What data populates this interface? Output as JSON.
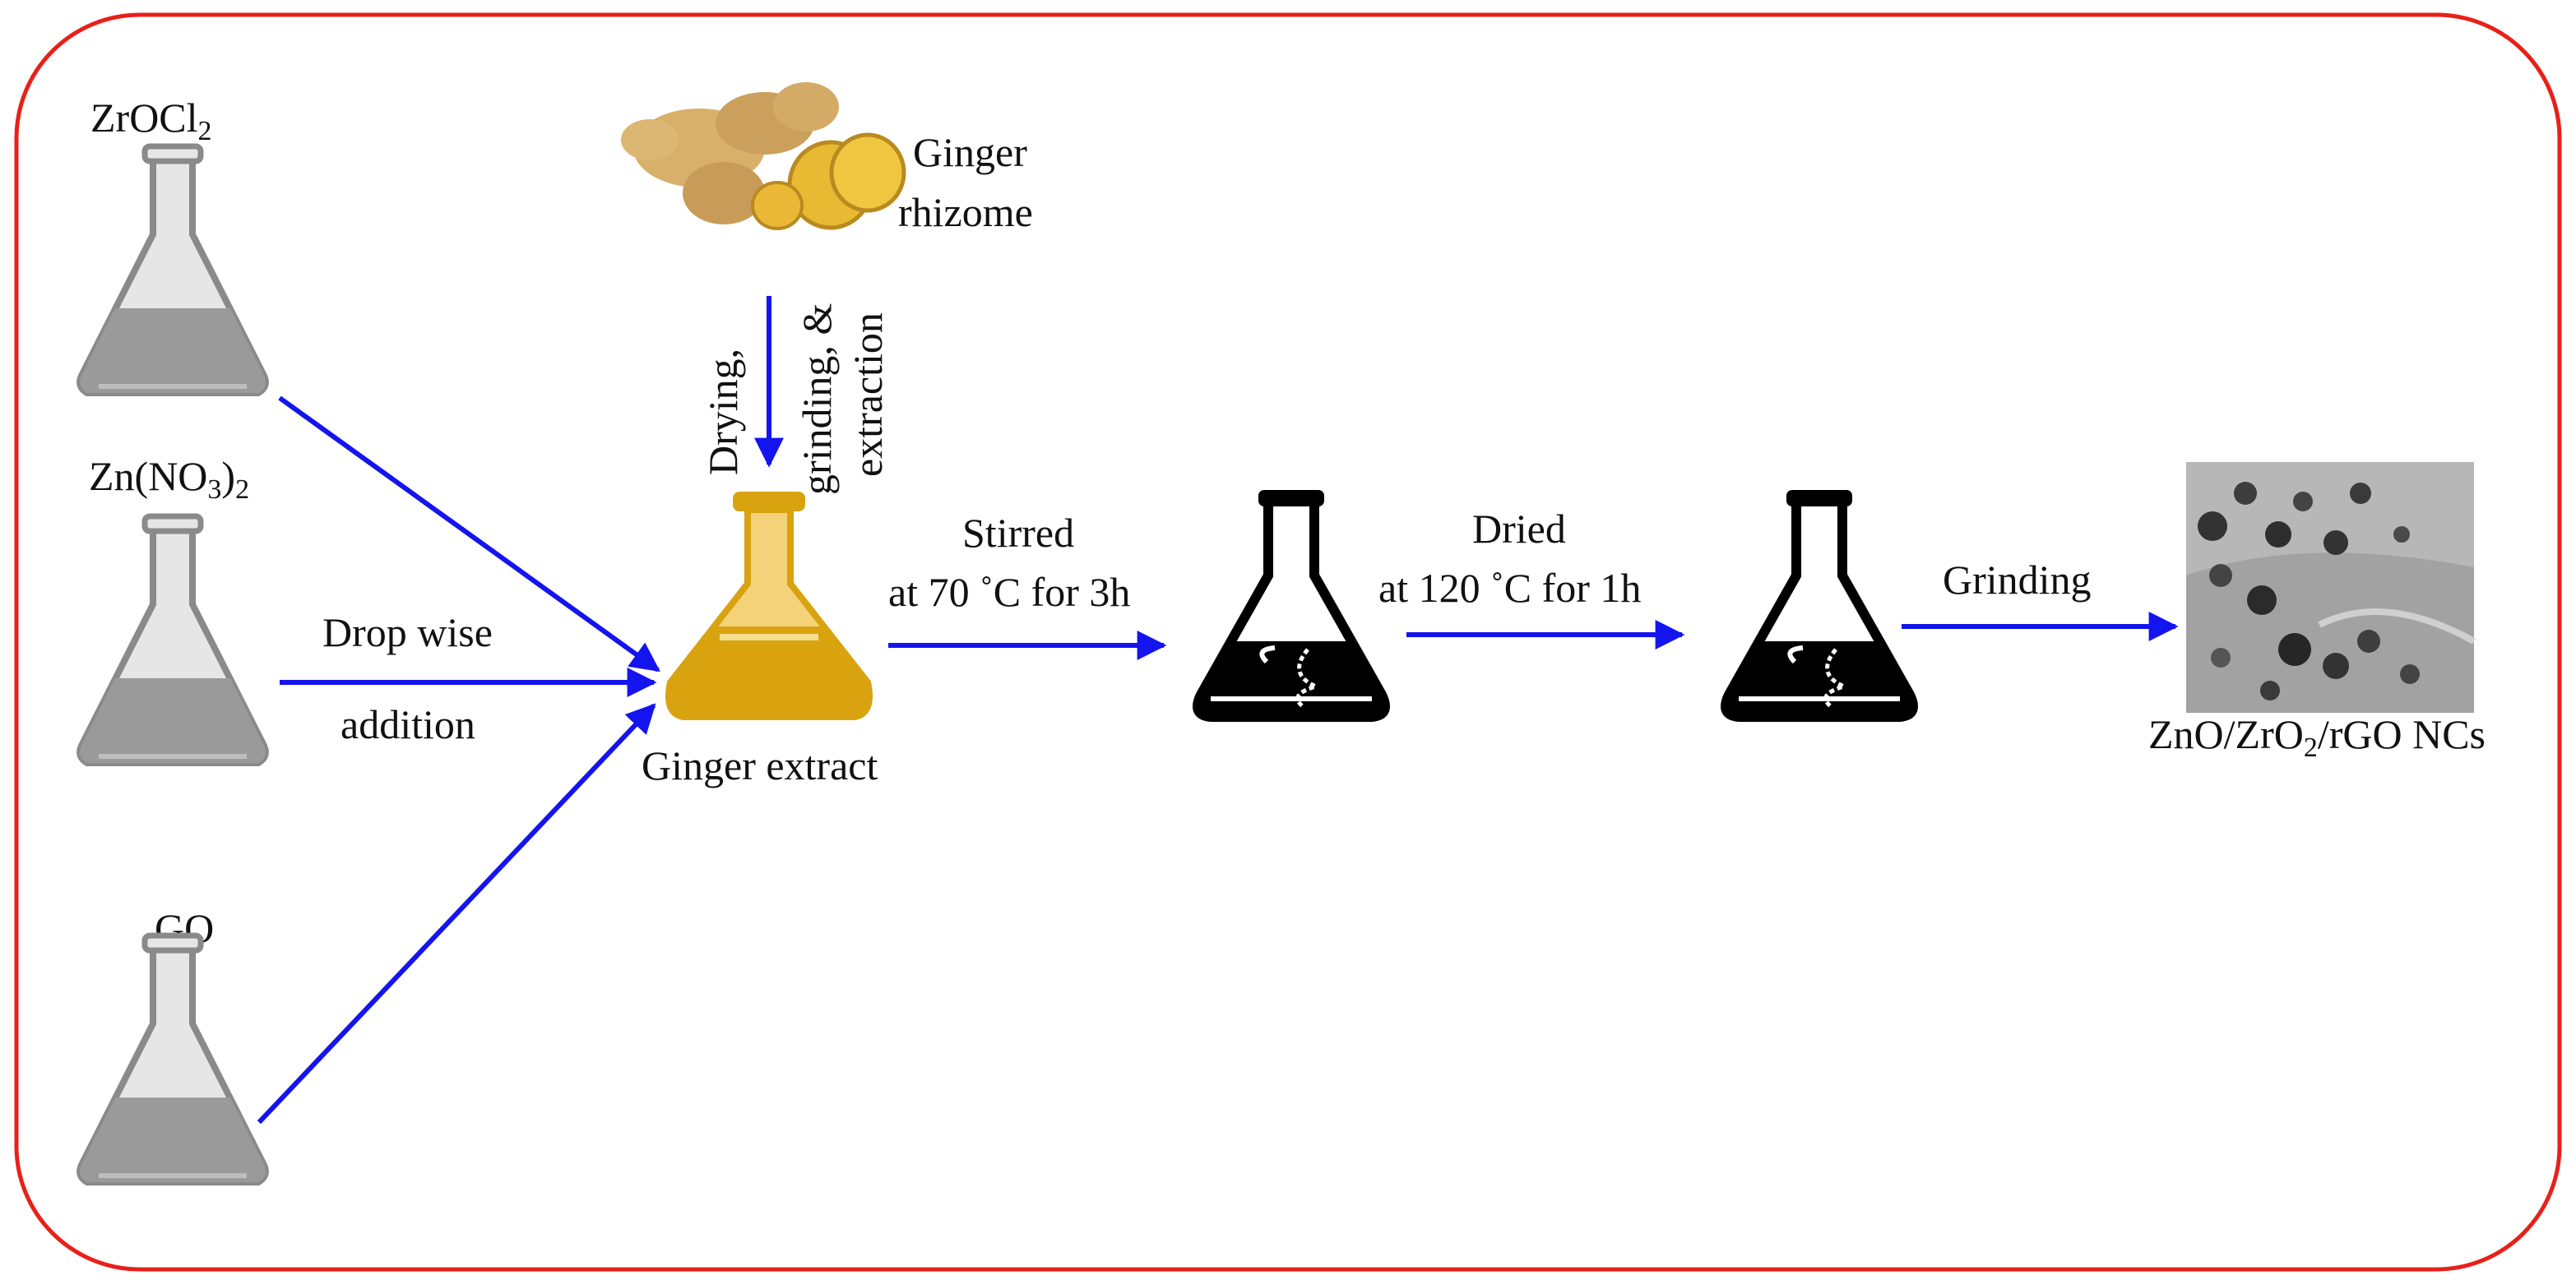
{
  "reagents": [
    {
      "base": "ZrOCl",
      "sub": "2",
      "tail": ""
    },
    {
      "base": "Zn(NO",
      "sub": "3",
      "tail": ")",
      "sub2": "2"
    },
    {
      "base": "GO"
    }
  ],
  "step_labels": {
    "drop_wise": "Drop wise",
    "addition": "addition",
    "stirred": "Stirred",
    "stirred_cond": "at 70 ˚C for 3h",
    "dried": "Dried",
    "dried_cond": "at 120 ˚C for 1h",
    "grinding": "Grinding"
  },
  "ginger": {
    "name_line1": "Ginger",
    "name_line2": "rhizome",
    "process_line1": "Drying,",
    "process_line2": "grinding, &",
    "process_line3": "extraction",
    "extract_label": "Ginger extract"
  },
  "product": {
    "part1": "ZnO/ZrO",
    "sub": "2",
    "part2": "/rGO  NCs"
  },
  "colors": {
    "border": "#e8201a",
    "arrow": "#1414ee",
    "grey_flask": "#8a8a8a",
    "grey_liquid": "#9a9a9a",
    "extract_liquid": "#d9a310",
    "dark_flask": "#000000"
  }
}
